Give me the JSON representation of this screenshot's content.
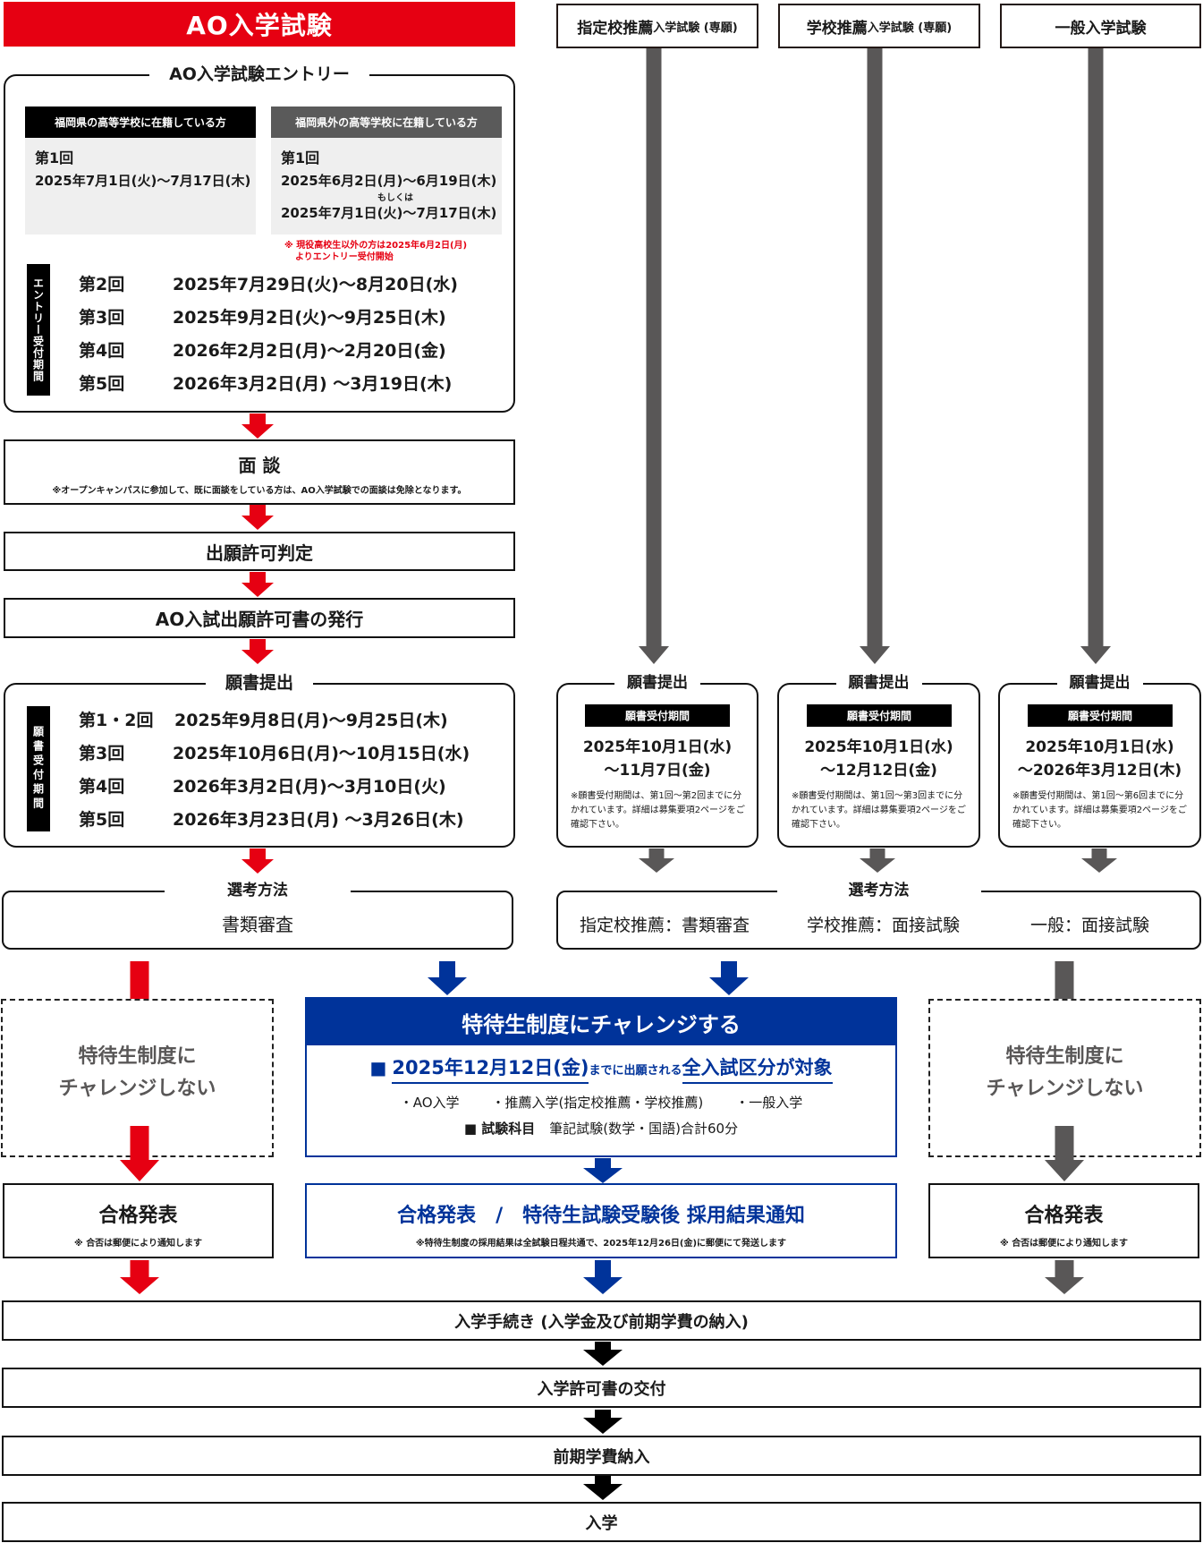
{
  "colors": {
    "red": "#e60012",
    "blue": "#00339a",
    "gray": "#595757",
    "black": "#000000",
    "note_red": "#e60012"
  },
  "ao": {
    "title": "AO入学試験",
    "entry": {
      "label": "AO入学試験エントリー",
      "fukuoka_in": {
        "header": "福岡県の高等学校に在籍している方",
        "round": "第1回",
        "dates": "2025年7月1日(火)～7月17日(木)"
      },
      "fukuoka_out": {
        "header": "福岡県外の高等学校に在籍している方",
        "round": "第1回",
        "dates_a": "2025年6月2日(月)～6月19日(木)",
        "or": "もしくは",
        "dates_b": "2025年7月1日(火)～7月17日(木)"
      },
      "note_line1": "※ 現役高校生以外の方は2025年6月2日(月)",
      "note_line2": "よりエントリー受付開始",
      "period_label": "エントリー受付期間",
      "rounds": [
        {
          "round": "第2回",
          "dates": "2025年7月29日(火)～8月20日(水)"
        },
        {
          "round": "第3回",
          "dates": "2025年9月2日(火)～9月25日(木)"
        },
        {
          "round": "第4回",
          "dates": "2026年2月2日(月)～2月20日(金)"
        },
        {
          "round": "第5回",
          "dates": "2026年3月2日(月) ～3月19日(木)"
        }
      ]
    },
    "interview": {
      "title": "面 談",
      "note": "※オープンキャンパスに参加して、既に面談をしている方は、AO入学試験での面談は免除となります。"
    },
    "permission_judgement": "出願許可判定",
    "permission_issue": "AO入試出願許可書の発行",
    "application": {
      "label": "願書提出",
      "period_label": "願書受付期間",
      "rounds": [
        {
          "round": "第1・2回",
          "dates": "2025年9月8日(月)～9月25日(木)"
        },
        {
          "round": "第3回",
          "dates": "2025年10月6日(月)～10月15日(水)"
        },
        {
          "round": "第4回",
          "dates": "2026年3月2日(月)～3月10日(火)"
        },
        {
          "round": "第5回",
          "dates": "2026年3月23日(月) ～3月26日(木)"
        }
      ]
    },
    "selection": {
      "label": "選考方法",
      "method": "書類審査"
    }
  },
  "columns": [
    {
      "title_main": "指定校推薦",
      "title_sub": "入学試験 (専願)",
      "application": {
        "label": "願書提出",
        "period_label": "願書受付期間",
        "date_line1": "2025年10月1日(水)",
        "date_line2": "～11月7日(金)",
        "note": "※願書受付期間は、第1回～第2回までに分かれています。詳細は募集要項2ページをご確認下さい。"
      }
    },
    {
      "title_main": "学校推薦",
      "title_sub": "入学試験 (専願)",
      "application": {
        "label": "願書提出",
        "period_label": "願書受付期間",
        "date_line1": "2025年10月1日(水)",
        "date_line2": "～12月12日(金)",
        "note": "※願書受付期間は、第1回～第3回までに分かれています。詳細は募集要項2ページをご確認下さい。"
      }
    },
    {
      "title_main": "一般入学試験",
      "title_sub": "",
      "application": {
        "label": "願書提出",
        "period_label": "願書受付期間",
        "date_line1": "2025年10月1日(水)",
        "date_line2": "～2026年3月12日(木)",
        "note": "※願書受付期間は、第1回～第6回までに分かれています。詳細は募集要項2ページをご確認下さい。"
      }
    }
  ],
  "right_selection": {
    "label": "選考方法",
    "methods": [
      "指定校推薦：書類審査",
      "学校推薦：面接試験",
      "一般：面接試験"
    ]
  },
  "no_challenge": {
    "line1": "特待生制度に",
    "line2": "チャレンジしない"
  },
  "challenge": {
    "title": "特待生制度にチャレンジする",
    "square": "■",
    "deadline": "2025年12月12日(金)",
    "deadline_mid": "までに出願される",
    "target": "全入試区分が対象",
    "categories": [
      "・AO入学",
      "・推薦入学(指定校推薦・学校推薦)",
      "・一般入学"
    ],
    "subject_label": "■ 試験科目",
    "subject": "筆記試験(数学・国語)合計60分"
  },
  "result": {
    "title": "合格発表",
    "note": "※ 合否は郵便により通知します"
  },
  "result_center": {
    "title": "合格発表　/　特待生試験受験後 採用結果通知",
    "note": "※特待生制度の採用結果は全試験日程共通で、2025年12月26日(金)に郵便にて発送します"
  },
  "final_steps": [
    "入学手続き (入学金及び前期学費の納入)",
    "入学許可書の交付",
    "前期学費納入",
    "入学"
  ]
}
